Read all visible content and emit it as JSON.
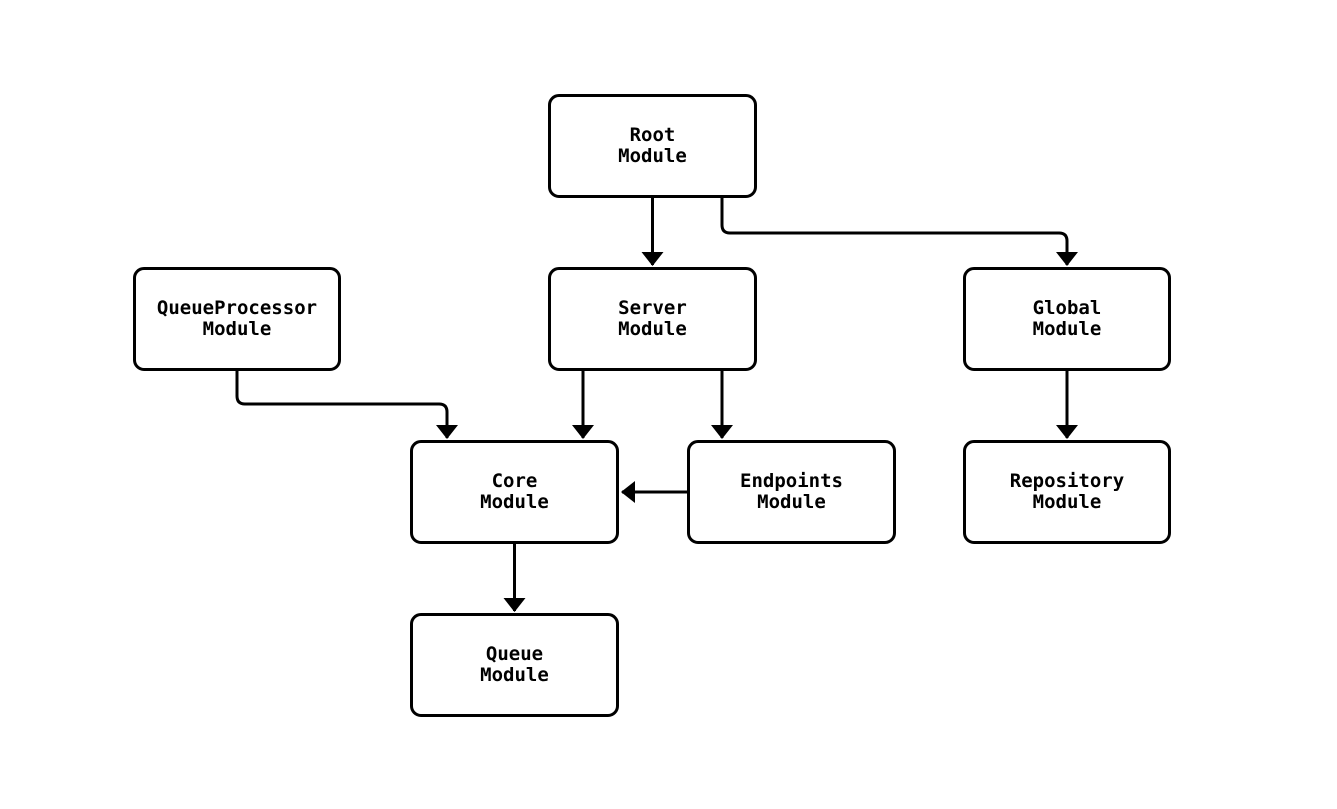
{
  "diagram": {
    "type": "flowchart-top-down",
    "background_color": "#ffffff",
    "node_fill_color": "#ffffff",
    "node_border_color": "#000000",
    "edge_color": "#000000",
    "text_color": "#000000",
    "nodes": [
      {
        "id": "root",
        "line1": "Root",
        "line2": "Module"
      },
      {
        "id": "queueprocessor",
        "line1": "QueueProcessor",
        "line2": "Module"
      },
      {
        "id": "server",
        "line1": "Server",
        "line2": "Module"
      },
      {
        "id": "global",
        "line1": "Global",
        "line2": "Module"
      },
      {
        "id": "core",
        "line1": "Core",
        "line2": "Module"
      },
      {
        "id": "endpoints",
        "line1": "Endpoints",
        "line2": "Module"
      },
      {
        "id": "repository",
        "line1": "Repository",
        "line2": "Module"
      },
      {
        "id": "queue",
        "line1": "Queue",
        "line2": "Module"
      }
    ],
    "edges": [
      {
        "from": "root",
        "to": "server"
      },
      {
        "from": "root",
        "to": "global"
      },
      {
        "from": "queueprocessor",
        "to": "core"
      },
      {
        "from": "server",
        "to": "core"
      },
      {
        "from": "server",
        "to": "endpoints"
      },
      {
        "from": "endpoints",
        "to": "core"
      },
      {
        "from": "core",
        "to": "queue"
      },
      {
        "from": "global",
        "to": "repository"
      }
    ]
  }
}
